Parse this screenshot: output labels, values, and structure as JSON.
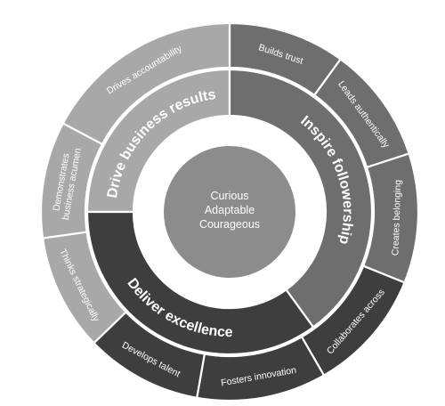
{
  "core": {
    "lines": [
      "Curious",
      "Adaptable",
      "Courageous"
    ]
  },
  "pillars": [
    {
      "label": "Drive business results",
      "color": "#a8a8a8"
    },
    {
      "label": "Inspire followership",
      "color": "#6e6e6e"
    },
    {
      "label": "Deliver excellence",
      "color": "#3e3e3e"
    }
  ],
  "behaviors": [
    {
      "label": "Builds trust",
      "lines": [
        "Builds trust"
      ],
      "color": "#6e6e6e"
    },
    {
      "label": "Leads authentically",
      "lines": [
        "Leads authentically"
      ],
      "color": "#6e6e6e"
    },
    {
      "label": "Creates belonging",
      "lines": [
        "Creates belonging"
      ],
      "color": "#6e6e6e"
    },
    {
      "label": "Collaborates across",
      "lines": [
        "Collaborates across"
      ],
      "color": "#3e3e3e"
    },
    {
      "label": "Fosters innovation",
      "lines": [
        "Fosters innovation"
      ],
      "color": "#3e3e3e"
    },
    {
      "label": "Develops talent",
      "lines": [
        "Develops talent"
      ],
      "color": "#3e3e3e"
    },
    {
      "label": "Thinks strategically",
      "lines": [
        "Thinks strategically"
      ],
      "color": "#a8a8a8"
    },
    {
      "label": "Demonstrates business acumen",
      "lines": [
        "Demonstrates",
        "business acumen"
      ],
      "color": "#a8a8a8"
    },
    {
      "label": "Drives accountability",
      "lines": [
        "Drives accountability"
      ],
      "color": "#a8a8a8"
    }
  ],
  "colors": {
    "core": "#8c8c8c",
    "separator": "#ffffff"
  }
}
